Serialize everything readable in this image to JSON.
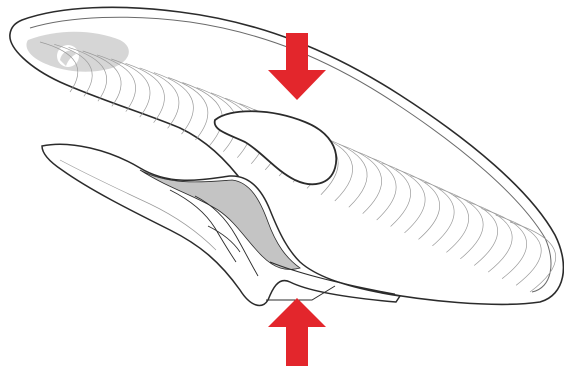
{
  "illustration": {
    "subject": "insole",
    "line_color": "#2b2b2b",
    "heel_cup_color": "#d6d6d6",
    "flex_zone_color": "#c4c4c4",
    "contour_color": "#9a9a9a"
  },
  "arrows": {
    "color": "#e3262c",
    "count": 2,
    "directions": [
      "down",
      "up"
    ]
  }
}
